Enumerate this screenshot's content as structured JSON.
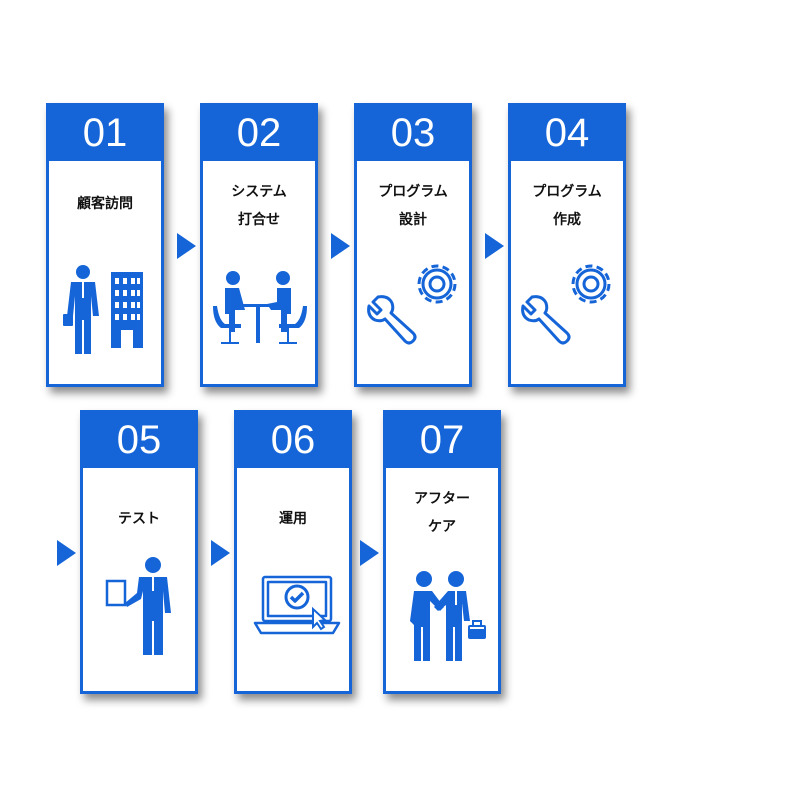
{
  "accent_color": "#1565d8",
  "steps": [
    {
      "number": "01",
      "label": "顧客訪問",
      "icon": "businessman-building-icon"
    },
    {
      "number": "02",
      "label": "システム\n打合せ",
      "icon": "meeting-icon"
    },
    {
      "number": "03",
      "label": "プログラム\n設計",
      "icon": "wrench-gear-icon"
    },
    {
      "number": "04",
      "label": "プログラム\n作成",
      "icon": "wrench-gear-icon"
    },
    {
      "number": "05",
      "label": "テスト",
      "icon": "businessman-document-icon"
    },
    {
      "number": "06",
      "label": "運用",
      "icon": "laptop-check-icon"
    },
    {
      "number": "07",
      "label": "アフター\nケア",
      "icon": "handshake-icon"
    }
  ]
}
